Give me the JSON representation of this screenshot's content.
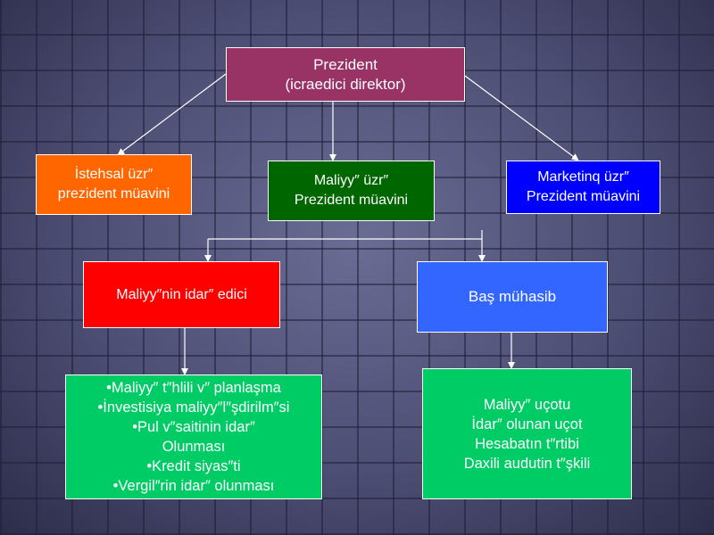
{
  "president": {
    "text": "Prezident\n(icraedici direktor)",
    "color": "#993366"
  },
  "vice_presidents": [
    {
      "text": "İstehsal üzr″\nprezident müavini",
      "color": "#ff6600"
    },
    {
      "text": "Maliyy″ üzr″\nPrezident müavini",
      "color": "#006600"
    },
    {
      "text": "Marketinq üzr″\nPrezident müavini",
      "color": "#0000ff"
    }
  ],
  "finance_manager": {
    "text": "Maliyy″nin idar″ edici",
    "color": "#ff0000"
  },
  "chief_accountant": {
    "text": "Baş mühasib",
    "color": "#3366ff"
  },
  "finance_duties": {
    "text": "•Maliyy″ t″hlili v″ planlaşma\n•İnvestisiya maliyy″l″şdirilm″si\n•Pul v″saitinin idar″\nOlunması\n•Kredit siyas″ti\n•Vergil″rin idar″ olunması",
    "color": "#00cc66"
  },
  "accounting_duties": {
    "text": "Maliyy″ uçotu\nİdar″ olunan uçot\nHesabatın t″rtibi\nDaxili audutin t″şkili",
    "color": "#00cc66"
  },
  "connector_color": "#ffffff"
}
